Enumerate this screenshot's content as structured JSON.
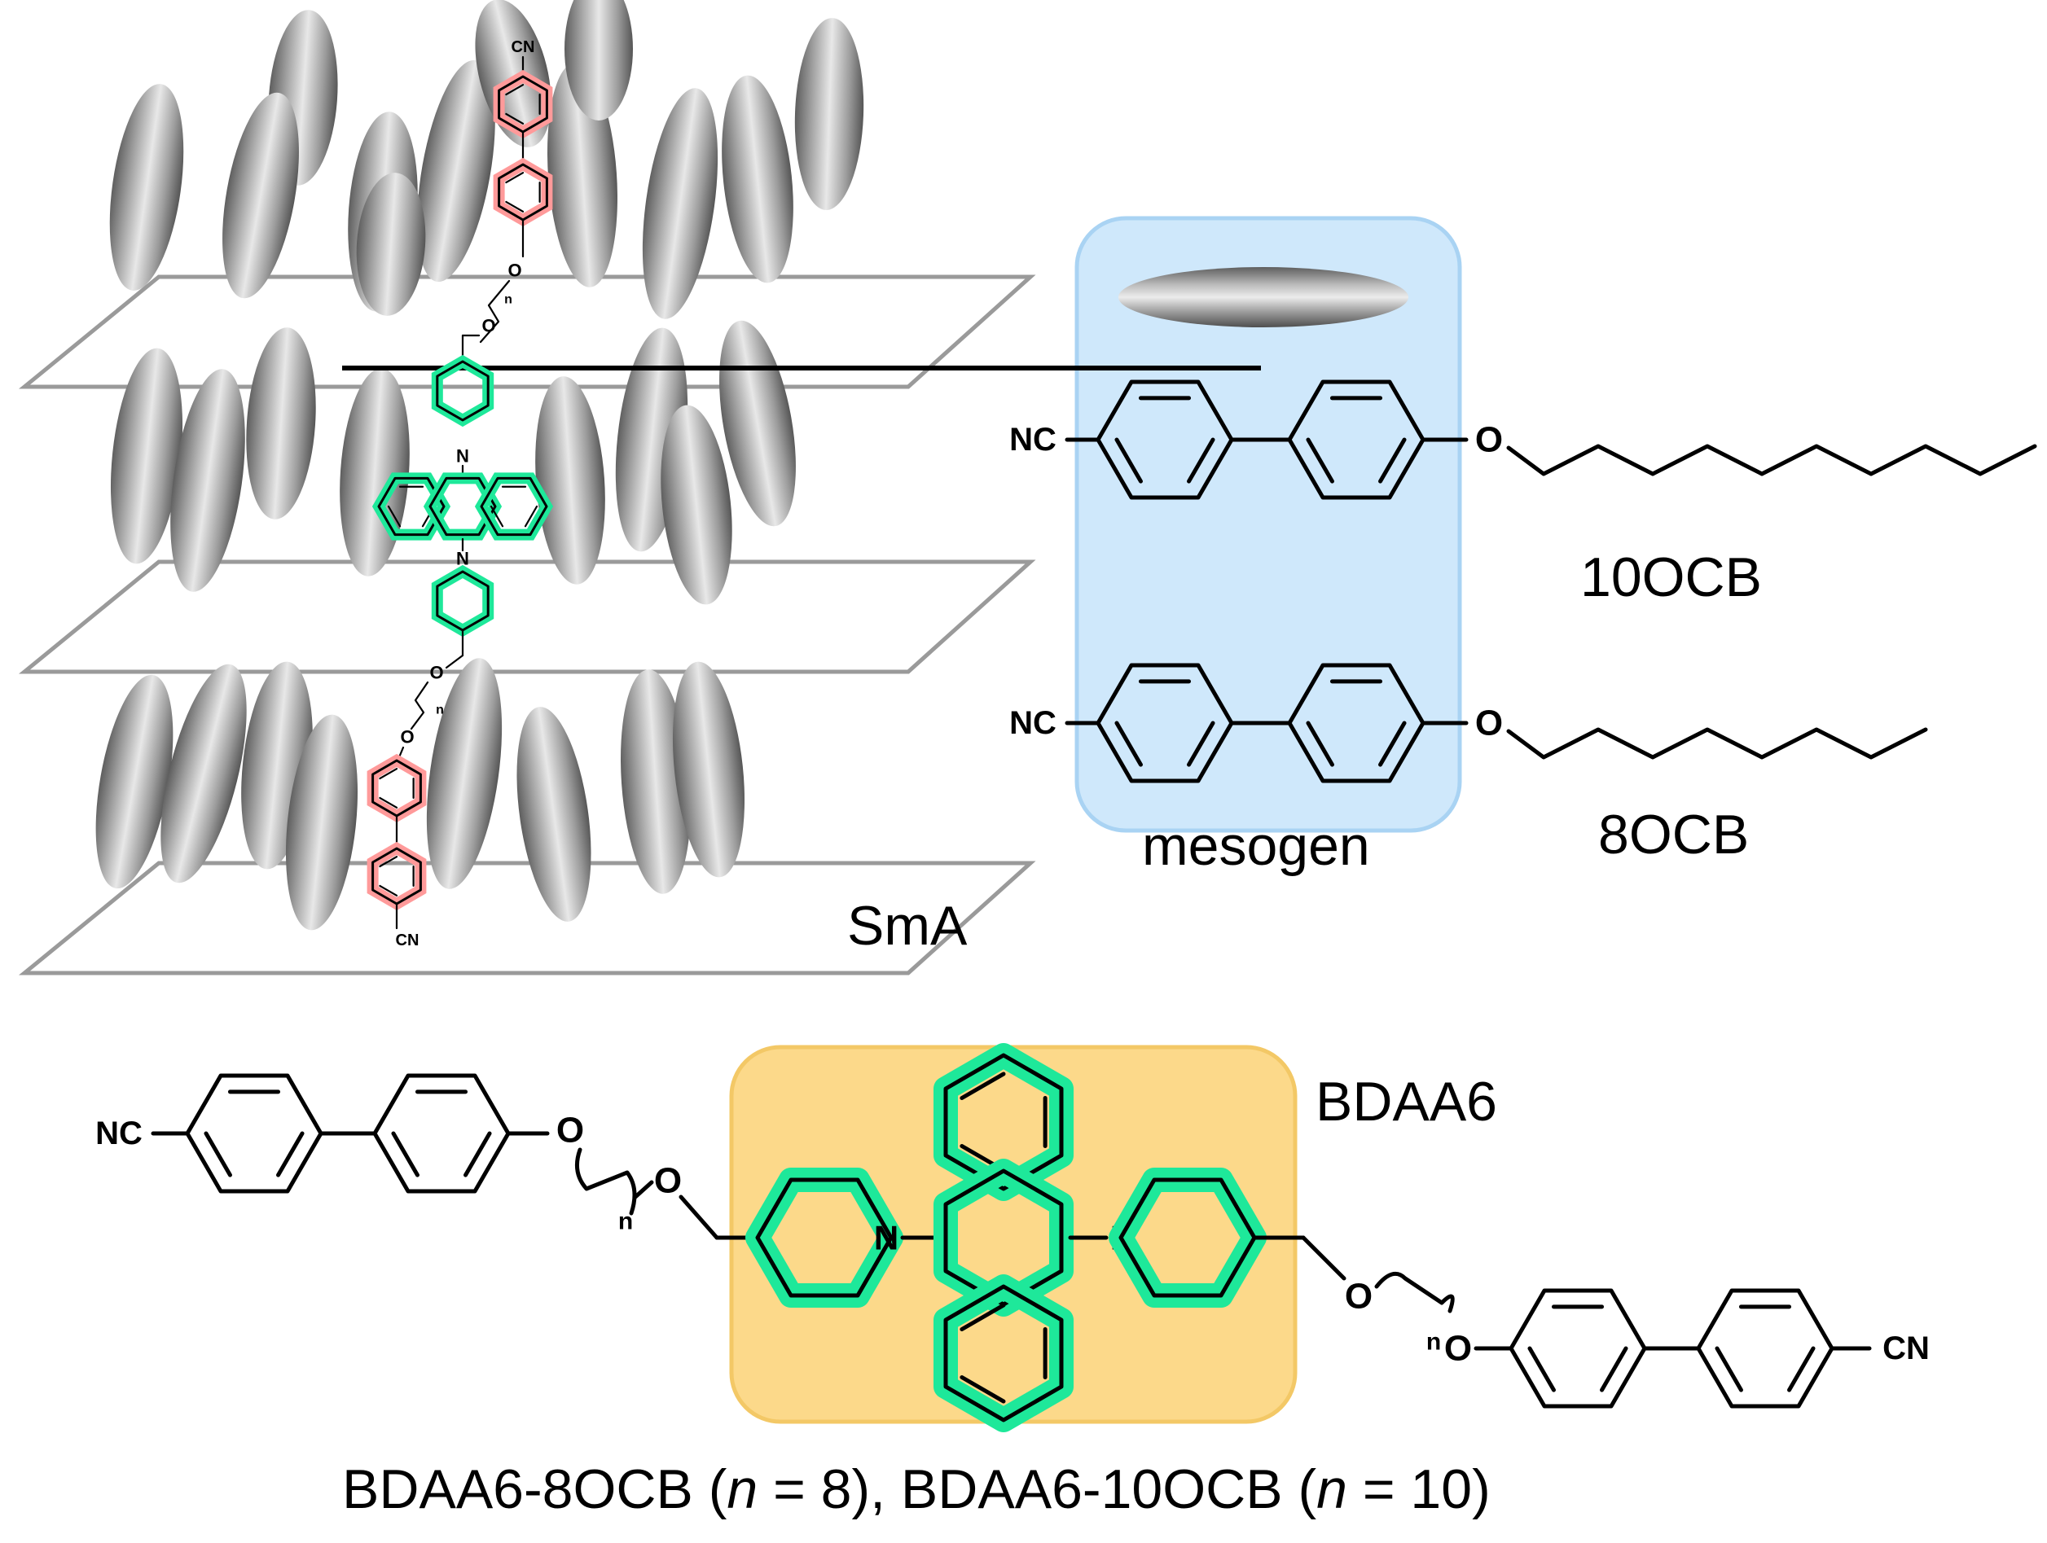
{
  "labels": {
    "sma": "SmA",
    "mesogen": "mesogen",
    "ocb10": "10OCB",
    "ocb8": "8OCB",
    "bdaa6": "BDAA6",
    "caption_part1": "BDAA6-8OCB (",
    "caption_n1": "n",
    "caption_part2": " = 8), BDAA6-10OCB (",
    "caption_n2": "n",
    "caption_part3": " = 10)"
  },
  "atoms": {
    "nc": "NC",
    "cn": "CN",
    "o": "O",
    "n": "N",
    "n_sub": "n"
  },
  "colors": {
    "mesogen_box": "#cfe8fb",
    "mesogen_box_stroke": "#a9d3f3",
    "core_box": "#fcd98a",
    "core_box_stroke": "#f3c866",
    "highlight_green": "#1ee89a",
    "red_glow": "#ff9a9a",
    "ellipsoid_gray": "#a8a8a8",
    "plane_gray": "#9a9a9a"
  }
}
